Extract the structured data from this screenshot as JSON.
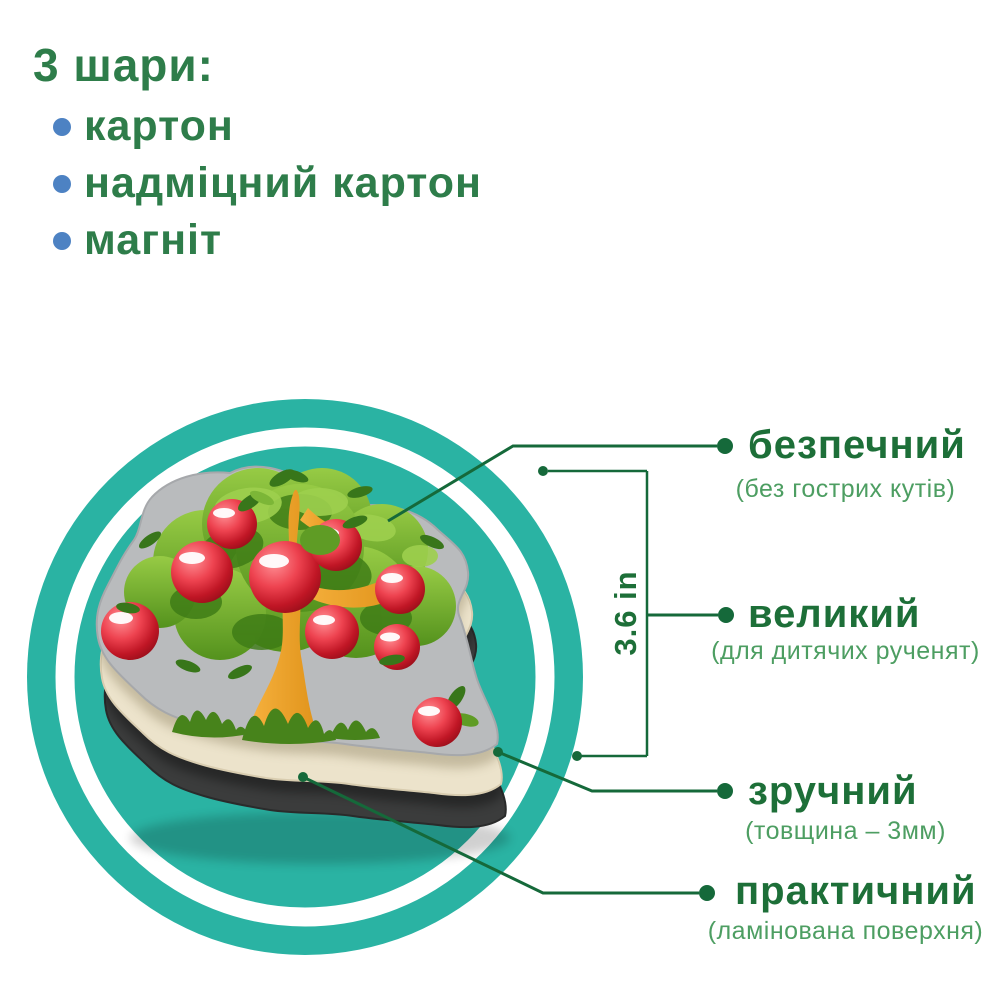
{
  "header": {
    "title": "3 шари:"
  },
  "layers_list": {
    "items": [
      {
        "label": "картон"
      },
      {
        "label": "надміцний картон"
      },
      {
        "label": "магніт"
      }
    ]
  },
  "dimension": {
    "value": "3.6 in"
  },
  "callouts": {
    "items": [
      {
        "word": "безпечний",
        "note": "(без гострих кутів)"
      },
      {
        "word": "великий",
        "note": "(для дитячих рученят)"
      },
      {
        "word": "зручний",
        "note": "(товщина – 3мм)"
      },
      {
        "word": "практичний",
        "note": "(ламінована поверхня)"
      }
    ]
  },
  "icons": {
    "list_bullet": "filled-circle",
    "callout_dot": "filled-circle"
  },
  "colors": {
    "background": "#ffffff",
    "teal_circle": "#2ab3a3",
    "ring_white": "#ffffff",
    "list_green": "#2e7d4a",
    "word_green": "#1d6f38",
    "note_green": "#4d9e62",
    "line_green": "#15693a",
    "bullet_blue": "#4d82c3",
    "layer_gray": "#b9bbbd",
    "layer_cream": "#ece3cb",
    "layer_black": "#3b3c3c",
    "foliage_green": "#5f9c25",
    "trunk_orange": "#f2a93b",
    "apple_red": "#c01625"
  }
}
